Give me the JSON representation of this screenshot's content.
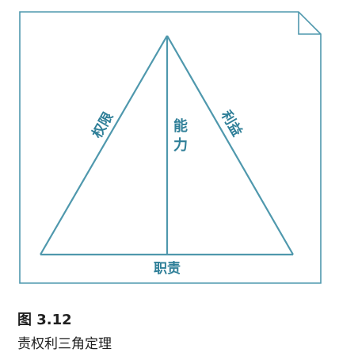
{
  "diagram": {
    "left_label": "权限",
    "middle_label_top": "能",
    "middle_label_bottom": "力",
    "right_label": "利益",
    "bottom_label": "职责",
    "colors": {
      "line": "#4f98ad",
      "text": "#2f7f98",
      "frame": "#4f98ad"
    }
  },
  "caption": {
    "number": "图 3.12",
    "title": "责权利三角定理"
  }
}
